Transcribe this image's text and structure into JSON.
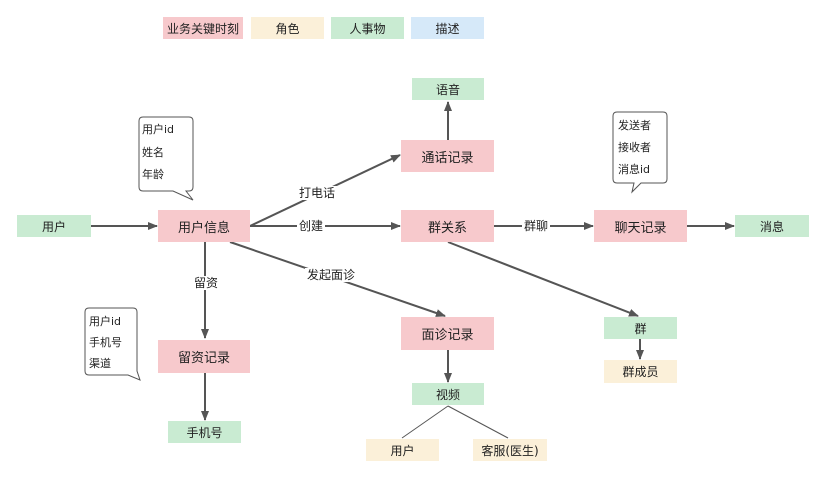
{
  "legend": {
    "key_moment": "业务关键时刻",
    "role": "角色",
    "entity": "人事物",
    "description": "描述"
  },
  "colors": {
    "key_moment": "#f7c9cc",
    "role": "#fbf0d9",
    "entity": "#c9ebd2",
    "description": "#d6e9f9",
    "arrow": "#555555"
  },
  "nodes": {
    "user": "用户",
    "user_info": "用户信息",
    "voice": "语音",
    "call_record": "通话记录",
    "group_relation": "群关系",
    "chat_record": "聊天记录",
    "message": "消息",
    "lead_record": "留资记录",
    "phone_number": "手机号",
    "consult_record": "面诊记录",
    "video": "视频",
    "video_user": "用户",
    "customer_service": "客服(医生)",
    "group": "群",
    "group_member": "群成员"
  },
  "edges": {
    "call": "打电话",
    "create": "创建",
    "group_chat": "群聊",
    "leave_info": "留资",
    "start_consult": "发起面诊"
  },
  "notes": {
    "user_info_fields": [
      "用户id",
      "姓名",
      "年龄"
    ],
    "chat_fields": [
      "发送者",
      "接收者",
      "消息id"
    ],
    "lead_fields": [
      "用户id",
      "手机号",
      "渠道"
    ]
  }
}
